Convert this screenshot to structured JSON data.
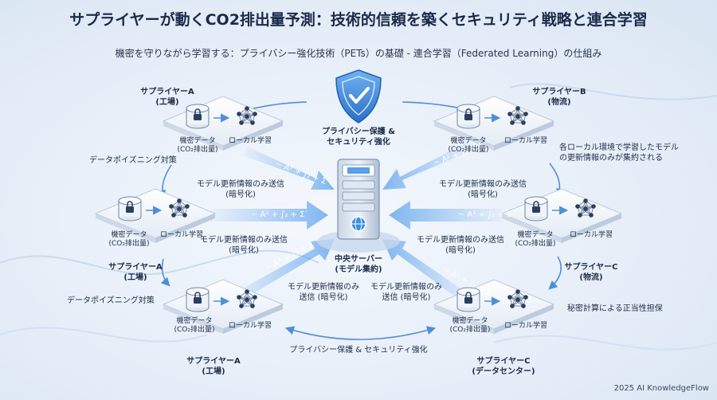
{
  "title": "サプライヤーが動くCO2排出量予測：技術的信頼を築くセキュリティ戦略と連合学習",
  "subtitle": "機密を守りながら学習する：プライバシー強化技術（PETs）の基礎 - 連合学習（Federated Learning）の仕組み",
  "center": {
    "shield": [
      "プライバシー保護 &",
      "セキュリティ強化"
    ],
    "server": [
      "中央サーバー",
      "(モデル集約)"
    ]
  },
  "formula": "∼ A² + ∫₂ + Σ˙",
  "suppliers": [
    {
      "name": [
        "サプライヤーA",
        "(工場)"
      ],
      "data": [
        "機密データ",
        "(CO₂排出量)"
      ],
      "local": "ローカル学習",
      "send": [
        "モデル更新情報のみ送信",
        "(暗号化)"
      ]
    },
    {
      "name": [
        "サプライヤーB",
        "(物流)"
      ],
      "data": [
        "機密データ",
        "(CO₂排出量)"
      ],
      "local": "ローカル学習",
      "send": [
        "モデル更新情報のみ送信",
        "(暗号化)"
      ]
    },
    {
      "name": [
        "サプライヤーA",
        "(工場)"
      ],
      "data": [
        "機密データ",
        "(CO₂排出量)"
      ],
      "local": "ローカル学習",
      "send": [
        "モデル更新情報のみ送信",
        "(暗号化)"
      ]
    },
    {
      "name": [
        "サプライヤーC",
        "(物流)"
      ],
      "data": [
        "機密データ",
        "(CO₂排出量)"
      ],
      "local": "ローカル学習",
      "send": [
        "モデル更新情報のみ送信",
        "(暗号化)"
      ]
    },
    {
      "name": [
        "サプライヤーA",
        "(工場)"
      ],
      "data": [
        "機密データ",
        "(CO₂排出量)"
      ],
      "local": "ローカル学習",
      "send": [
        "モデル更新情報のみ",
        "送信 (暗号化)"
      ]
    },
    {
      "name": [
        "サプライヤーC",
        "(データセンター)"
      ],
      "data": [
        "機密データ",
        "(CO₂排出量)"
      ],
      "local": "ローカル学習",
      "send": [
        "モデル更新情報のみ",
        "送信 (暗号化)"
      ]
    }
  ],
  "extra_names": [
    [
      "サプライヤーA",
      "(工場)"
    ],
    [
      "サプライヤーC",
      "(物流)"
    ]
  ],
  "notes": {
    "poisoning_1": "データポイズニング対策",
    "poisoning_2": "データポイズニング対策",
    "aggregation": [
      "各ローカル環境で学習したモデル",
      "の更新情報のみが集約される"
    ],
    "secure_compute": "秘密計算による正当性担保",
    "bottom": "プライバシー保護 & セキュリティ強化"
  },
  "footer": "2025 AI KnowledgeFlow",
  "colors": {
    "accent": "#2f7fd8",
    "shield": "#3d8fe0",
    "arrow": "#5aa0ec",
    "text": "#1e2c48"
  }
}
